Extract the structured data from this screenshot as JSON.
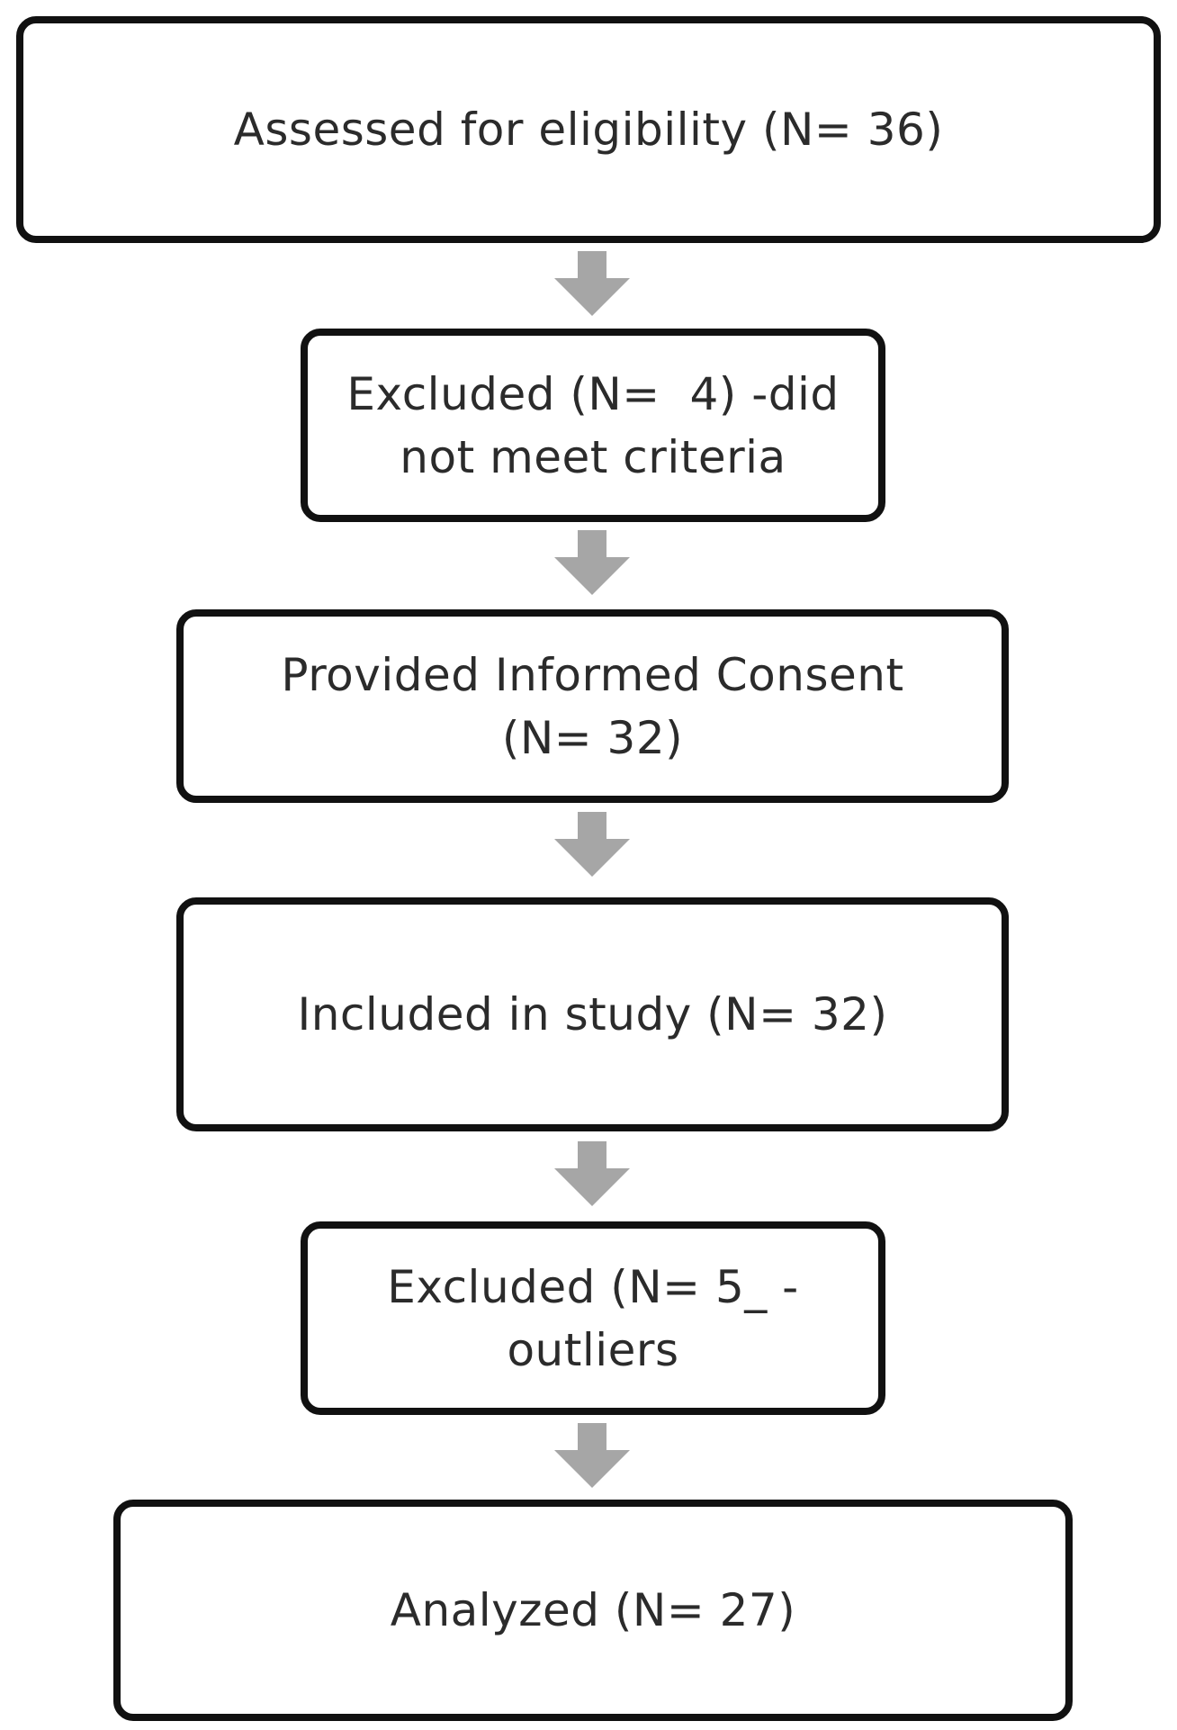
{
  "flowchart": {
    "steps": [
      {
        "lines": [
          "Assessed for eligibility (N= 36)"
        ]
      },
      {
        "lines": [
          "Excluded (N=  4) -did",
          "not meet criteria"
        ]
      },
      {
        "lines": [
          "Provided Informed Consent",
          "(N= 32)"
        ]
      },
      {
        "lines": [
          "Included in study (N= 32)"
        ]
      },
      {
        "lines": [
          "Excluded (N= 5_ -",
          "outliers"
        ]
      },
      {
        "lines": [
          "Analyzed (N= 27)"
        ]
      }
    ],
    "colors": {
      "box_border": "#111111",
      "text": "#2b2b2b",
      "arrow": "#a6a6a6",
      "background": "#ffffff"
    },
    "connector_icon": "down-arrow-icon"
  }
}
